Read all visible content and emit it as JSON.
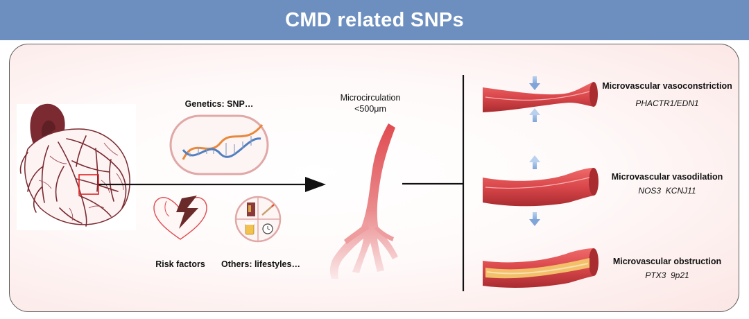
{
  "title": "CMD related SNPs",
  "labels": {
    "genetics": "Genetics: SNP…",
    "risk_factors": "Risk factors",
    "others": "Others: lifestyles…",
    "microcirculation": "Microcirculation",
    "microcirculation_size": "<500μm"
  },
  "outcomes": [
    {
      "heading": "Microvascular vasoconstriction",
      "genes": "PHACTR1/EDN1"
    },
    {
      "heading": "Microvascular vasodilation",
      "genes": "NOS3  KCNJ11"
    },
    {
      "heading": "Microvascular obstruction",
      "genes": "PTX3  9p21"
    }
  ],
  "colors": {
    "title_bar": "#6d8fc0",
    "heart": "#7a2a30",
    "vessel": "#d9474b",
    "vessel_dark": "#a92c30",
    "arrow_blue": "#8fb3e0",
    "dna_orange": "#e8883a",
    "dna_blue": "#4f7fc0",
    "capsule_border": "#e0a8a6"
  }
}
